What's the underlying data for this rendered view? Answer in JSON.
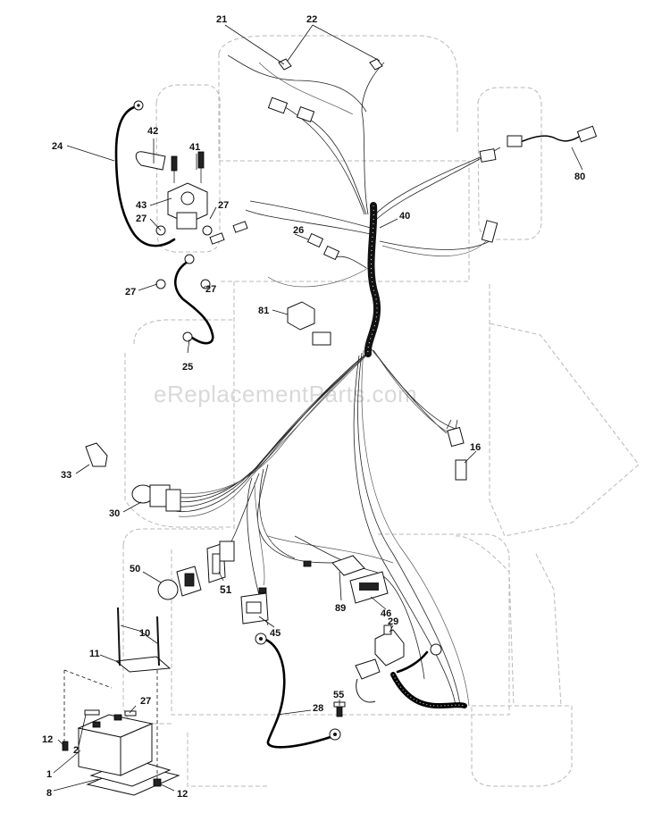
{
  "watermark": "eReplacementParts.com",
  "callouts": {
    "c1": "1",
    "c2": "2",
    "c8": "8",
    "c10": "10",
    "c11": "11",
    "c12a": "12",
    "c12b": "12",
    "c16": "16",
    "c21": "21",
    "c22": "22",
    "c24": "24",
    "c25": "25",
    "c26": "26",
    "c27a": "27",
    "c27b": "27",
    "c27c": "27",
    "c27d": "27",
    "c27e": "27",
    "c28": "28",
    "c29": "29",
    "c30": "30",
    "c33": "33",
    "c40": "40",
    "c41": "41",
    "c42": "42",
    "c43": "43",
    "c45": "45",
    "c46": "46",
    "c50": "50",
    "c51": "51",
    "c55": "55",
    "c80": "80",
    "c81": "81",
    "c89": "89"
  }
}
